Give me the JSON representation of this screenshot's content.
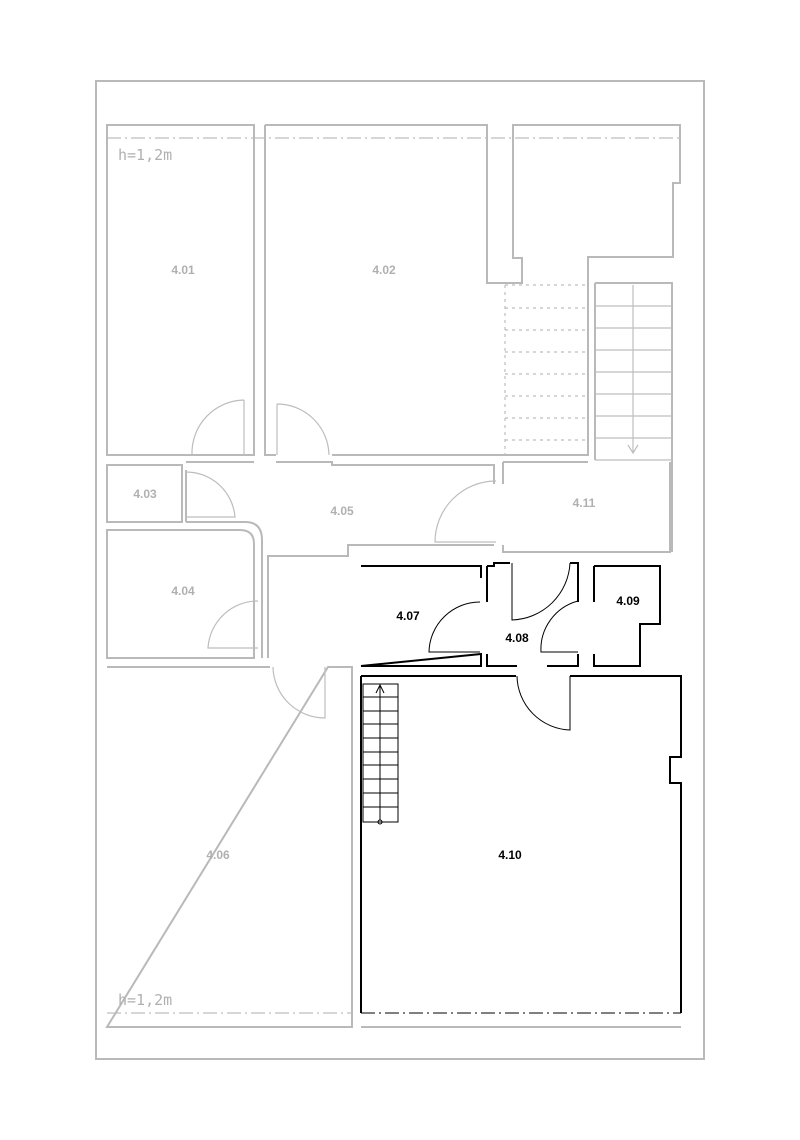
{
  "plan": {
    "rooms": [
      {
        "id": "4.01",
        "highlighted": false
      },
      {
        "id": "4.02",
        "highlighted": false
      },
      {
        "id": "4.03",
        "highlighted": false
      },
      {
        "id": "4.04",
        "highlighted": false
      },
      {
        "id": "4.05",
        "highlighted": false
      },
      {
        "id": "4.06",
        "highlighted": false
      },
      {
        "id": "4.07",
        "highlighted": true
      },
      {
        "id": "4.08",
        "highlighted": true
      },
      {
        "id": "4.09",
        "highlighted": true
      },
      {
        "id": "4.10",
        "highlighted": true
      },
      {
        "id": "4.11",
        "highlighted": false
      }
    ],
    "height_notes": [
      "h=1,2m",
      "h=1,2m"
    ],
    "colors": {
      "inactive": "#b9b9b9",
      "active": "#000000"
    }
  }
}
